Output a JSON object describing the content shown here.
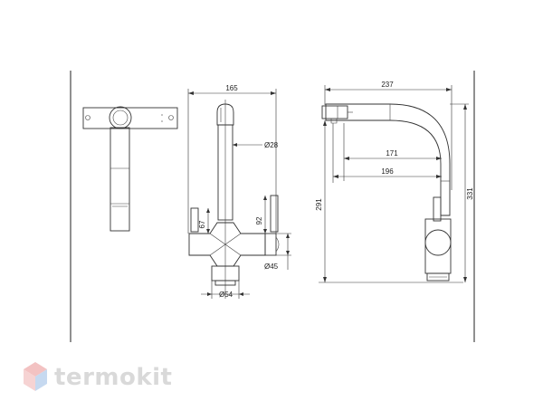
{
  "dimensions": {
    "d165": "165",
    "d28": "Ø28",
    "d92": "92",
    "d67": "67",
    "d45": "Ø45",
    "d54": "Ø54",
    "d237": "237",
    "d171": "171",
    "d196": "196",
    "d291": "291",
    "d331": "331"
  },
  "brand": {
    "name": "termokit"
  },
  "colors": {
    "line": "#333333",
    "watermark": "#d9d9d9",
    "logo_red": "#f3c2c2",
    "logo_blue": "#c6d9f0"
  }
}
